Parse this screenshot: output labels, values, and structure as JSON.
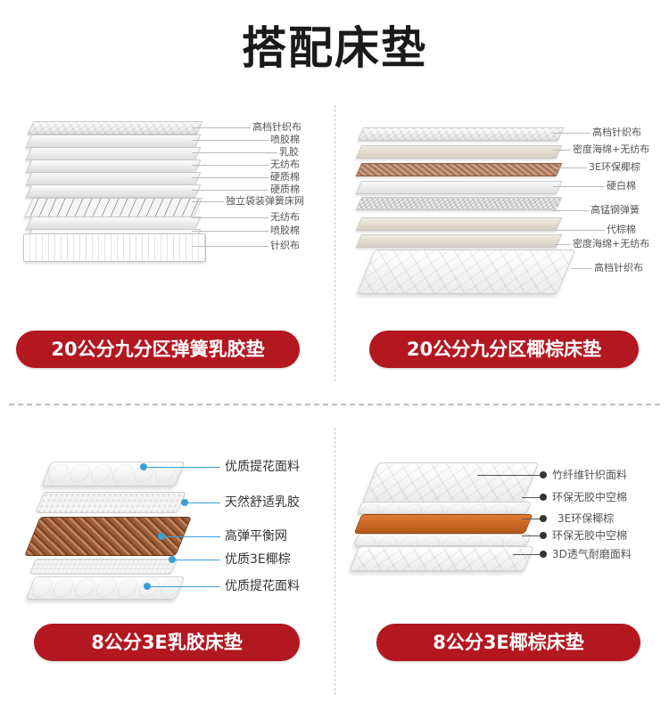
{
  "title": "搭配床垫",
  "products": [
    {
      "label": "20公分九分区弹簧乳胶垫",
      "layers": [
        "高档针织布",
        "喷胶棉",
        "乳胶",
        "无纺布",
        "硬质棉",
        "硬质棉",
        "独立袋装弹簧床网",
        "无纺布",
        "喷胶棉",
        "针织布"
      ]
    },
    {
      "label": "20公分九分区椰棕床垫",
      "layers": [
        "高档针织布",
        "密度海绵+无纺布",
        "3E环保椰棕",
        "硬白棉",
        "高锰钢弹簧",
        "代棕棉",
        "密度海绵+无纺布",
        "高档针织布"
      ]
    },
    {
      "label": "8公分3E乳胶床垫",
      "layers": [
        "优质提花面料",
        "天然舒适乳胶",
        "高弹平衡网",
        "优质3E椰棕",
        "优质提花面料"
      ]
    },
    {
      "label": "8公分3E椰棕床垫",
      "layers": [
        "竹纤维针织面料",
        "环保无胶中空棉",
        "3E环保椰棕",
        "环保无胶中空棉",
        "3D透气耐磨面料"
      ]
    }
  ],
  "colors": {
    "pill": "#b3171f",
    "leader_blue": "#3aa0d8"
  }
}
